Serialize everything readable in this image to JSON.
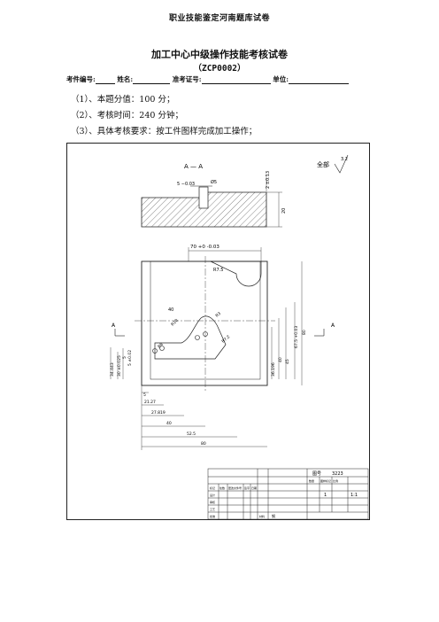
{
  "header": {
    "top_title": "职业技能鉴定河南题库试卷",
    "exam_title": "加工中心中级操作技能考核试卷",
    "exam_code": "（ZCP0002）"
  },
  "info_row": {
    "candidate_no_label": "考件编号:",
    "name_label": "姓名:",
    "ticket_label": "准考证号:",
    "unit_label": "单位:"
  },
  "requirements": [
    "（1）、本题分值：100 分；",
    "（2）、考核时间：240 分钟；",
    "（3）、具体考核要求：按工件图样完成加工操作；"
  ],
  "drawing": {
    "section_label": "A — A",
    "roughness_label": "全部",
    "roughness_value": "3.2",
    "section_arrow_left": "A",
    "section_arrow_right": "A",
    "dims": {
      "slot_width": "5 ∼0.03",
      "slot_diam": "Ø5",
      "step_small": "2 ±0.13",
      "thickness": "20",
      "top_width": "70 +0 -0.03",
      "r_top": "R7.5",
      "d40_top": "40",
      "r10": "R10",
      "r3": "R3",
      "r7_2": "R7.2",
      "r8": "R8",
      "dim_34443": "34.443",
      "dim_30": "30 ±0.025",
      "dim_5": "5",
      "dim_5b": "5 ±0.02",
      "dim_36196": "36.196",
      "dim_40r": "40",
      "dim_45": "45",
      "dim_675": "67.5 +0.03",
      "dim_80r": "80",
      "dim_5l": "5",
      "dim_2127": "21.27",
      "dim_27819": "27.819",
      "dim_40b": "40",
      "dim_525": "52.5",
      "dim_80b": "80"
    },
    "title_block": {
      "drawing_no_label": "图号",
      "drawing_no": "3223",
      "qty": "1",
      "scale": "1:1",
      "cells": [
        "标记",
        "处数",
        "更改文件号",
        "签字",
        "日期",
        "设计",
        "审核",
        "工艺",
        "批准",
        "材料",
        "数量",
        "图样标记",
        "比例",
        "钢"
      ]
    }
  }
}
